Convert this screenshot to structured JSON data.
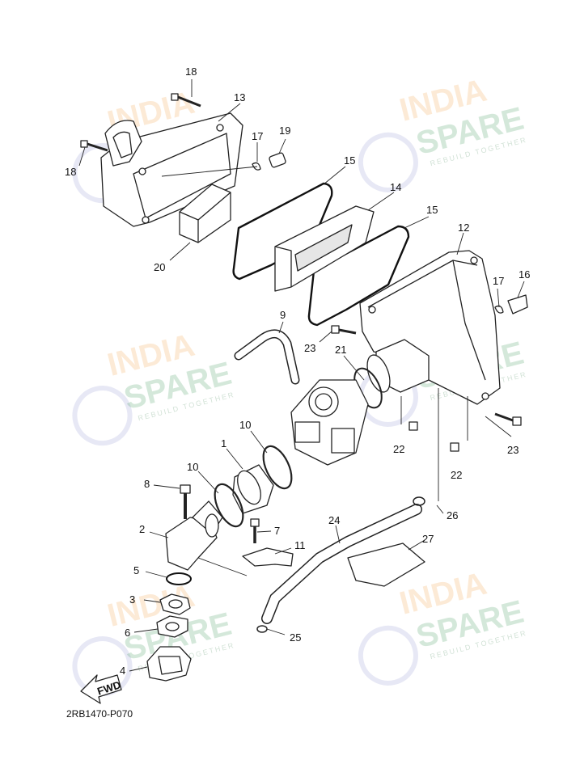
{
  "diagram_code": "2RB1470-P070",
  "fwd_label": "FWD",
  "watermark": {
    "line1": "INDIA",
    "line2": "SPARE",
    "tagline": "REBUILD TOGETHER"
  },
  "colors": {
    "watermark_orange": "#f4a24a",
    "watermark_green": "#3f9a5a",
    "watermark_blue": "#7a7fc8",
    "line": "#222222"
  },
  "part_labels": [
    "1",
    "2",
    "3",
    "4",
    "5",
    "6",
    "7",
    "8",
    "9",
    "10",
    "10",
    "11",
    "12",
    "13",
    "14",
    "15",
    "15",
    "16",
    "17",
    "17",
    "18",
    "18",
    "19",
    "20",
    "21",
    "22",
    "22",
    "23",
    "23",
    "24",
    "25",
    "26",
    "27"
  ]
}
